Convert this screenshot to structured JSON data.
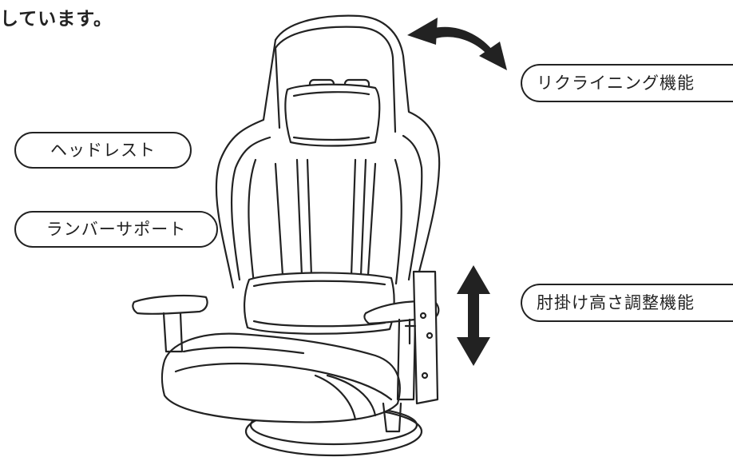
{
  "heading": "しています。",
  "labels": {
    "headrest": "ヘッドレスト",
    "lumbar": "ランバーサポート",
    "recline": "リクライニング機能",
    "armrest": "肘掛け高さ調整機能"
  },
  "colors": {
    "line": "#222222",
    "background": "#ffffff"
  },
  "icons": {
    "recline_arrow": "curved-double-arrow",
    "height_arrow": "vertical-double-arrow"
  }
}
